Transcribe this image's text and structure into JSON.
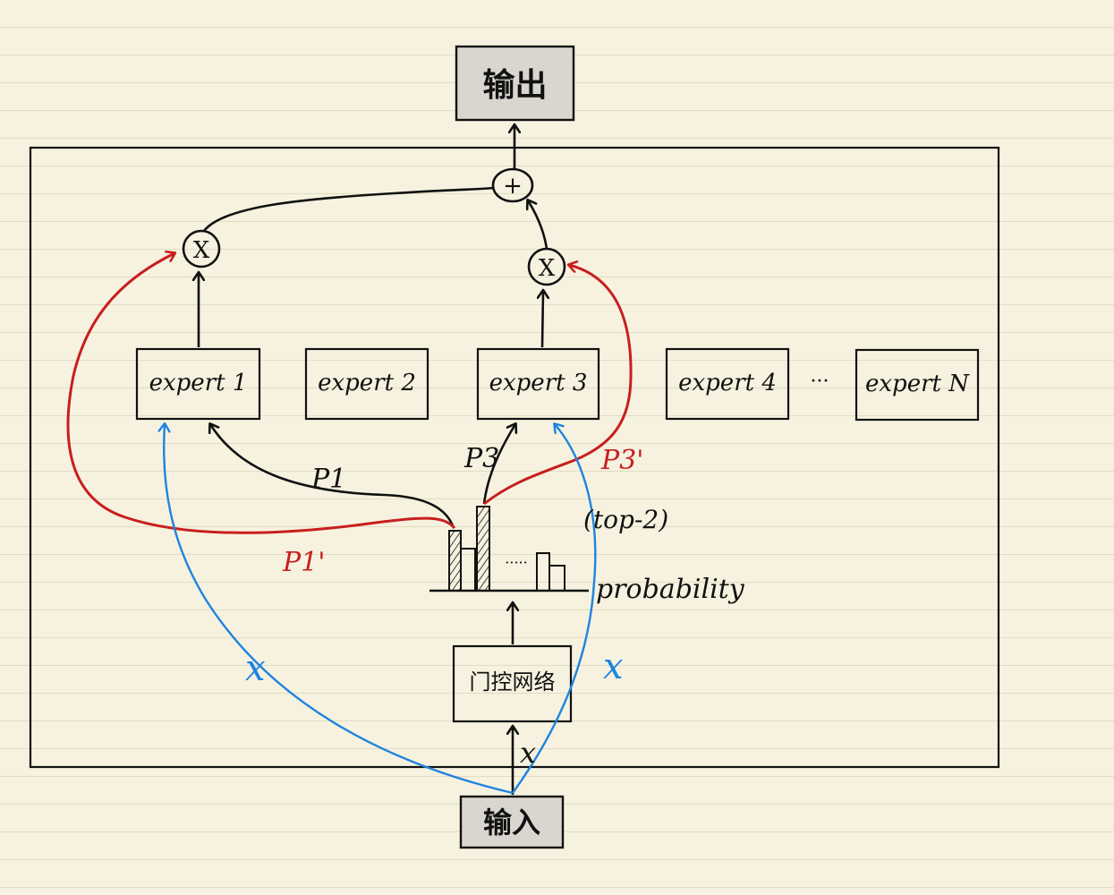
{
  "nodes": {
    "output": "输出",
    "input": "输入",
    "gating_network": "门控网络",
    "experts": [
      "expert 1",
      "expert 2",
      "expert 3",
      "expert 4",
      "expert N"
    ],
    "ellipsis_experts": "···",
    "sum_symbol": "+",
    "multiply_symbol": "X"
  },
  "labels": {
    "p1": "P1",
    "p3": "P3",
    "p1_prime": "P1'",
    "p3_prime": "P3'",
    "top2": "(top-2)",
    "probability": "probability",
    "x_input": "x",
    "x_left": "x",
    "x_right": "x",
    "bar_ellipsis": "·····"
  },
  "colors": {
    "ink": "#111111",
    "red": "#c81e1e",
    "blue": "#1e84e0",
    "box_fill": "#d9d6cf",
    "paper": "#f6f2df"
  }
}
